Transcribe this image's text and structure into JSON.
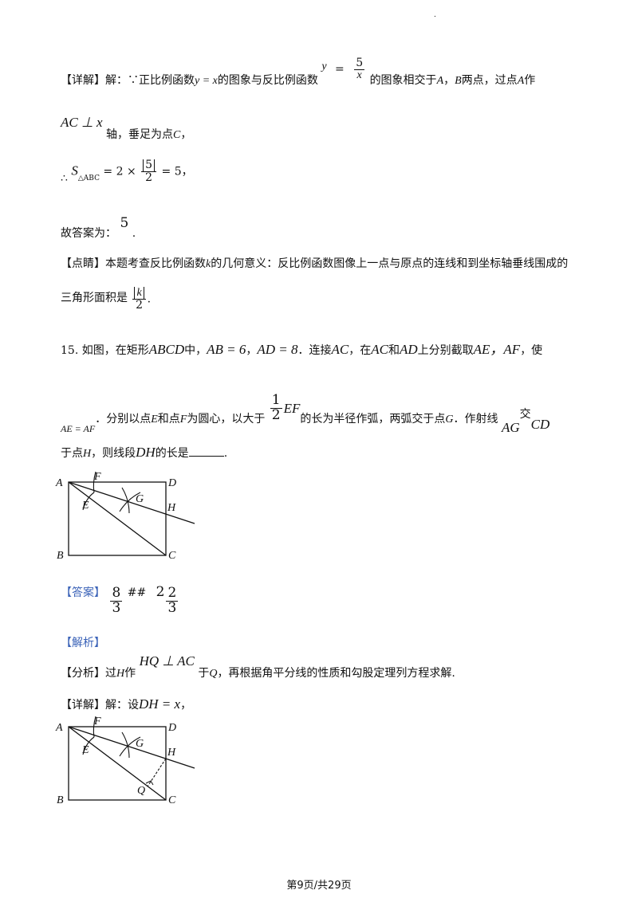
{
  "l1": {
    "tag": "【详解】",
    "solve": "解：∵正比例函数",
    "eq_yx": "y = x",
    "mid": "的图象与反比例函数",
    "y": "y",
    "eq": "=",
    "num": "5",
    "den": "x",
    "rest": "的图象相交于",
    "A": "A",
    "sep": "，",
    "B": "B",
    "tail": "两点，过点",
    "A2": "A",
    "end": "作"
  },
  "l2": {
    "expr": "AC ⊥ x",
    "rest": "轴，垂足为点",
    "C": "C",
    "punct": "，"
  },
  "l3": {
    "therefore": "∴",
    "S": "S",
    "sub": "△ABC",
    "mid": "= 2 ×",
    "absval": "5",
    "den": "2",
    "res": "= 5",
    "punct": "，"
  },
  "l4": {
    "text": "故答案为：",
    "val": "5",
    "punct": "."
  },
  "l5": {
    "tag": "【点睛】",
    "text1": "本题考查反比例函数",
    "k": "k",
    "text2": "的几何意义：反比例函数图像上一点与原点的连线和到坐标轴垂线围成的"
  },
  "l6": {
    "text": "三角形面积是",
    "absval": "k",
    "den": "2",
    "punct": "."
  },
  "q15": {
    "num": "15.",
    "t1": "如图，在矩形",
    "ABCD": "ABCD",
    "t2": "中，",
    "AB": "AB = 6",
    "comma": "，",
    "AD": "AD = 8",
    "t3": "．连接",
    "AC": "AC",
    "t4": "，在",
    "AC2": "AC",
    "t5": "和",
    "AD2": "AD",
    "t6": "上分别截取",
    "AEAF": "AE，AF",
    "t7": "，使"
  },
  "q15b": {
    "eq": "AE = AF",
    "t1": "．分别以点",
    "E": "E",
    "t2": "和点",
    "F": "F",
    "t3": "为圆心，以大于",
    "fnum": "1",
    "fden": "2",
    "EF": "EF",
    "t4": "的长为半径作弧，两弧交于点",
    "G": "G",
    "t5": "．作射线",
    "AG": "AG",
    "jiao": "交",
    "CD": "CD"
  },
  "q15c": {
    "t1": "于点",
    "H": "H",
    "t2": "，则线段",
    "DH": "DH",
    "t3": "的长是",
    "end": "."
  },
  "answer": {
    "tag": "【答案】",
    "num": "8",
    "den": "3",
    "sep": "##",
    "whole": "2",
    "num2": "2",
    "den2": "3"
  },
  "analysis": {
    "tag": "【解析】"
  },
  "fenxi": {
    "tag": "【分析】",
    "t1": "过",
    "H": "H",
    "t2": "作",
    "expr": "HQ ⊥ AC",
    "t3": "于",
    "Q": "Q",
    "t4": "，再根据角平分线的性质和勾股定理列方程求解."
  },
  "xiangjie": {
    "tag": "【详解】",
    "t1": "解：设",
    "expr": "DH = x",
    "punct": "，"
  },
  "fig1": {
    "A": "A",
    "B": "B",
    "C": "C",
    "D": "D",
    "E": "E",
    "F": "F",
    "G": "G",
    "H": "H"
  },
  "fig2": {
    "A": "A",
    "B": "B",
    "C": "C",
    "D": "D",
    "E": "E",
    "F": "F",
    "G": "G",
    "H": "H",
    "Q": "Q"
  },
  "footer": {
    "text": "第9页/共29页"
  },
  "corner": {
    "text": "."
  }
}
